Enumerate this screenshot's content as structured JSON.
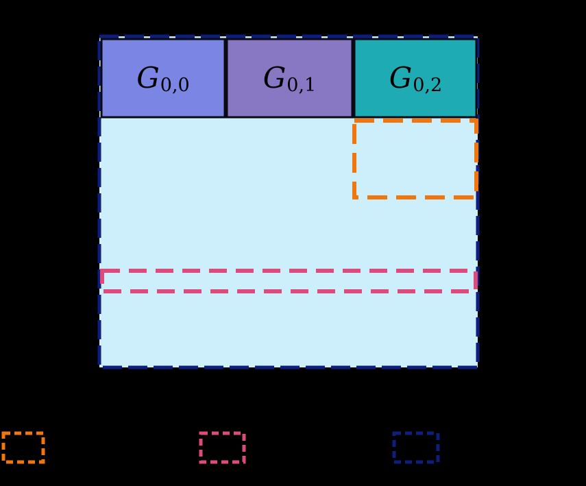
{
  "background_color": "#000000",
  "figure": {
    "matrix": {
      "name": "light-blue-matrix-region",
      "fill": "#cdeefb",
      "border_color": "#0e1e7d",
      "border_style": "dashed"
    },
    "blocks": [
      {
        "id": "g00",
        "label_main": "G",
        "label_sub": "0,0",
        "color": "#7b86e4"
      },
      {
        "id": "g01",
        "label_main": "G",
        "label_sub": "0,1",
        "color": "#8878c4"
      },
      {
        "id": "g02",
        "label_main": "G",
        "label_sub": "0,2",
        "color": "#1fabb3"
      }
    ],
    "overlays": [
      {
        "id": "orange-dashed-region",
        "color": "#f1760e",
        "style": "dashed"
      },
      {
        "id": "pink-dashed-region",
        "color": "#dd4a7c",
        "style": "dashed"
      }
    ]
  },
  "legend": {
    "items": [
      {
        "id": "orange-swatch",
        "swatch_color": "#f1760e",
        "style": "dashed"
      },
      {
        "id": "pink-swatch",
        "swatch_color": "#dd4a7c",
        "style": "dashed"
      },
      {
        "id": "navy-swatch",
        "swatch_color": "#0e1e7d",
        "style": "dashed"
      }
    ]
  }
}
